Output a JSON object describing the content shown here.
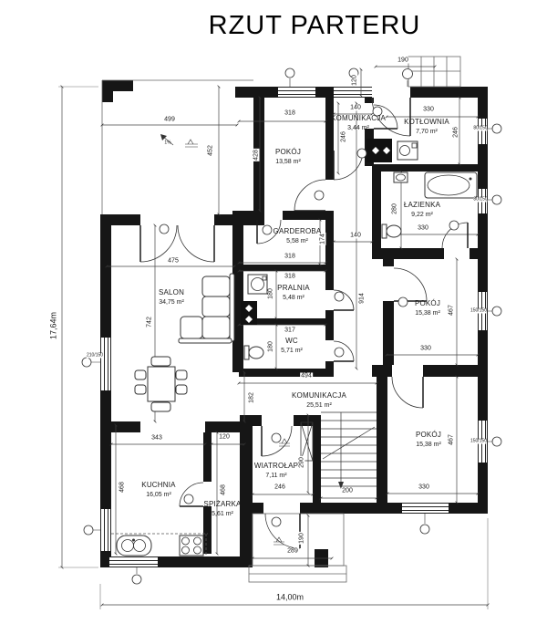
{
  "title": "RZUT PARTERU",
  "overall": {
    "width": "14,00m",
    "height": "17,64m"
  },
  "rooms": {
    "pokoj1": {
      "name": "POKÓJ",
      "area": "13,58 m²"
    },
    "komunikacja1": {
      "name": "KOMUNIKACJA",
      "area": "3,44 m²"
    },
    "kotlownia": {
      "name": "KOTŁOWNIA",
      "area": "7,70 m²"
    },
    "lazienka": {
      "name": "ŁAZIENKA",
      "area": "9,22 m²"
    },
    "garderoba": {
      "name": "GARDEROBA",
      "area": "5,58 m²"
    },
    "salon": {
      "name": "SALON",
      "area": "34,75 m²"
    },
    "pralnia": {
      "name": "PRALNIA",
      "area": "5,48 m²"
    },
    "wc": {
      "name": "WC",
      "area": "5,71 m²"
    },
    "pokoj2": {
      "name": "POKÓJ",
      "area": "15,38 m²"
    },
    "komunikacja2": {
      "name": "KOMUNIKACJA",
      "area": "25,51 m²"
    },
    "wiatrolap": {
      "name": "WIATROŁAP",
      "area": "7,11 m²"
    },
    "kuchnia": {
      "name": "KUCHNIA",
      "area": "16,05 m²"
    },
    "spizarka": {
      "name": "SPIŻARKA",
      "area": "5,61 m²"
    },
    "pokoj3": {
      "name": "POKÓJ",
      "area": "15,38 m²"
    }
  },
  "dims": {
    "d499": "499",
    "d452": "452",
    "d428": "428",
    "d318_pokoj": "318",
    "d140_kom": "140",
    "d246_kom": "246",
    "d190_porch": "190",
    "d120_porch": "120",
    "d330_kotl": "330",
    "d246_kotl": "246",
    "d280_laz": "280",
    "d330_laz": "330",
    "d475": "475",
    "d742": "742",
    "d318_gard": "318",
    "d174_gard": "174",
    "d140_gard": "140",
    "d318_pral": "318",
    "d180_pral": "180",
    "d317_wc": "317",
    "d180_wc": "180",
    "d914": "914",
    "d467_p2": "467",
    "d330_p2": "330",
    "d494": "494",
    "d182": "182",
    "d343": "343",
    "d120_spiz": "120",
    "d468_kuch": "468",
    "d468_spiz": "468",
    "d246_wiat": "246",
    "d290": "290",
    "d200": "200",
    "d330_p3": "330",
    "d467_p3": "467",
    "d190_steps": "190",
    "d289": "289",
    "slope": "1%"
  },
  "win_labels": {
    "e1": "80/150",
    "e2": "80/150",
    "e3": "150/150",
    "e4": "150/150",
    "w1": "210/150"
  }
}
